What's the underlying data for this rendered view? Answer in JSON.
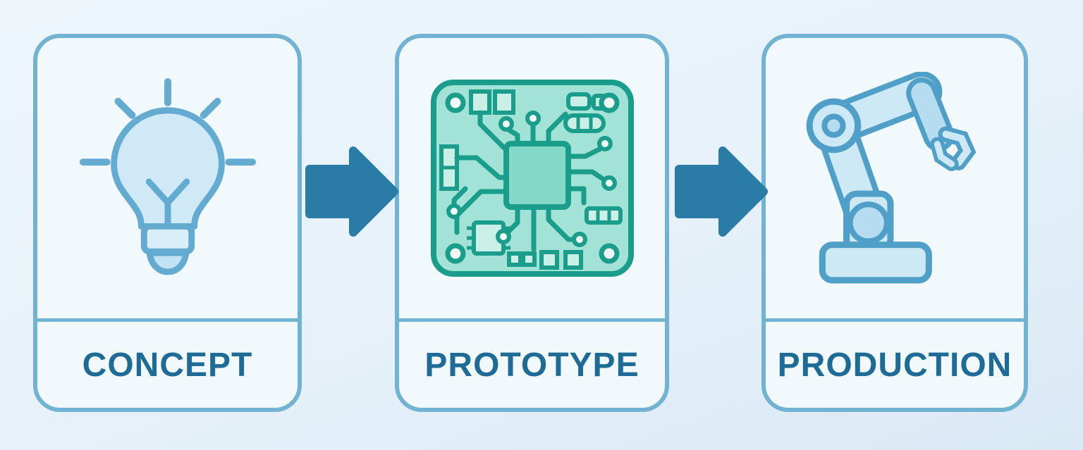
{
  "diagram": {
    "type": "process-flow",
    "steps": [
      {
        "label": "CONCEPT",
        "icon": "lightbulb-icon"
      },
      {
        "label": "PROTOTYPE",
        "icon": "circuit-board-icon"
      },
      {
        "label": "PRODUCTION",
        "icon": "robot-arm-icon"
      }
    ],
    "connectors": [
      {
        "from": "CONCEPT",
        "to": "PROTOTYPE",
        "icon": "arrow-right-icon"
      },
      {
        "from": "PROTOTYPE",
        "to": "PRODUCTION",
        "icon": "arrow-right-icon"
      }
    ],
    "colors": {
      "background": "#e6f1f9",
      "card_background": "#f2f9fd",
      "card_border": "#72b2d2",
      "label_text": "#1d6b96",
      "arrow": "#2a7ca6",
      "bulb_stroke": "#64abd1",
      "bulb_fill": "#cfe9f7",
      "bulb_band": "#d9eef9",
      "bulb_cup": "#c2e3f3",
      "board_stroke": "#1a9d8a",
      "board_fill": "#a3e3d7",
      "chip_fill": "#85d9c8",
      "board_pad": "#f0fbf8",
      "board_comp": "#c9efe6",
      "robot_stroke": "#4f9fc8",
      "robot_fill": "#cde9f6",
      "robot_fill2": "#b5dcef"
    }
  }
}
